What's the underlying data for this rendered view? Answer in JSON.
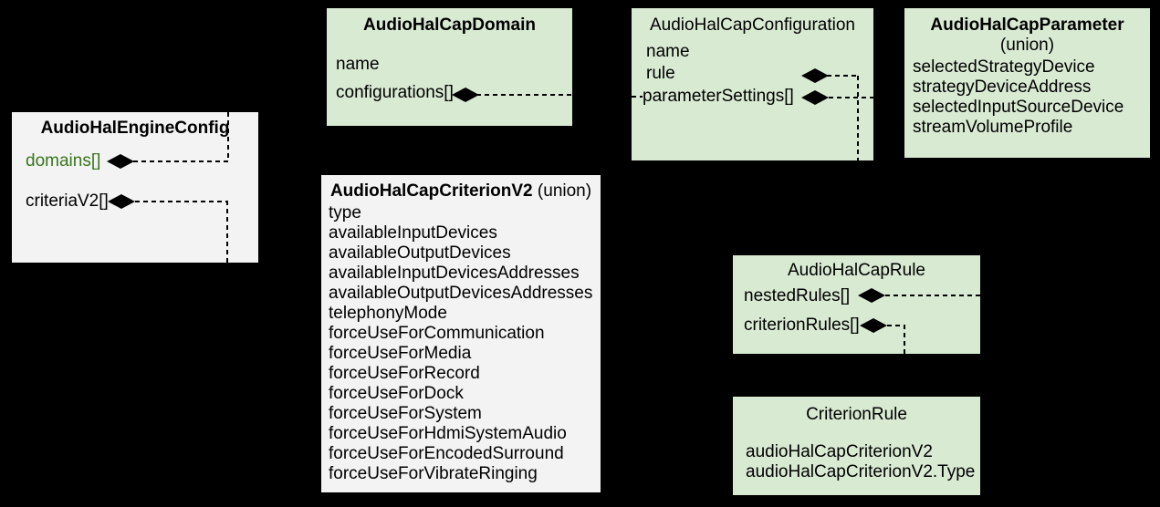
{
  "colors": {
    "background": "#000000",
    "box_green": "#d9ead3",
    "box_gray": "#f3f3f3",
    "accent_green": "#38761d",
    "connector": "#000000"
  },
  "boxes": {
    "engine": {
      "title": "AudioHalEngineConfig",
      "fields": {
        "domains": "domains[]",
        "criteria": "criteriaV2[]"
      }
    },
    "domain": {
      "title": "AudioHalCapDomain",
      "fields": {
        "name": "name",
        "configurations": "configurations[]"
      }
    },
    "configuration": {
      "title": "AudioHalCapConfiguration",
      "fields": {
        "name": "name",
        "rule": "rule",
        "parameterSettings": "parameterSettings[]"
      }
    },
    "parameter": {
      "title": "AudioHalCapParameter",
      "subtitle": "(union)",
      "fields": {
        "f0": "selectedStrategyDevice",
        "f1": "strategyDeviceAddress",
        "f2": "selectedInputSourceDevice",
        "f3": "streamVolumeProfile"
      }
    },
    "criterionV2": {
      "title": "AudioHalCapCriterionV2",
      "title_suffix": " (union)",
      "fields": [
        "type",
        "availableInputDevices",
        "availableOutputDevices",
        "availableInputDevicesAddresses",
        "availableOutputDevicesAddresses",
        "telephonyMode",
        "forceUseForCommunication",
        "forceUseForMedia",
        "forceUseForRecord",
        "forceUseForDock",
        "forceUseForSystem",
        "forceUseForHdmiSystemAudio",
        "forceUseForEncodedSurround",
        "forceUseForVibrateRinging"
      ]
    },
    "rule": {
      "title": "AudioHalCapRule",
      "fields": {
        "nestedRules": "nestedRules[]",
        "criterionRules": "criterionRules[]"
      }
    },
    "criterionRule": {
      "title": "CriterionRule",
      "fields": {
        "f0": "audioHalCapCriterionV2",
        "f1": "audioHalCapCriterionV2.Type"
      }
    }
  }
}
